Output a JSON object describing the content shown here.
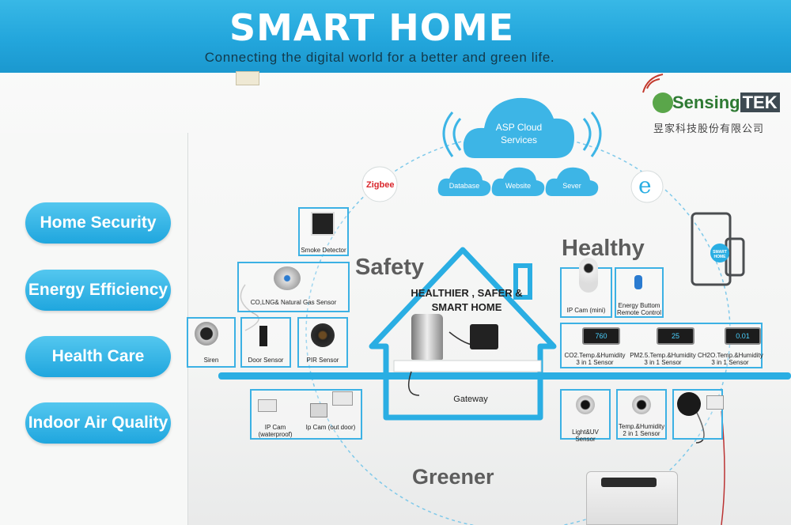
{
  "banner": {
    "title": "SMART HOME",
    "subtitle": "Connecting the digital world for a better and green life."
  },
  "categories": [
    "Home Security",
    "Energy Efficiency",
    "Health Care",
    "Indoor Air Quality"
  ],
  "cloud": {
    "main": "ASP Cloud Services",
    "services": [
      "Database",
      "Website",
      "Sever"
    ]
  },
  "logo": {
    "name_a": "Sensing",
    "name_b": "TEK",
    "chinese": "昱家科技股份有限公司"
  },
  "protocols": {
    "zigbee": "Zigbee",
    "e_symbol": "e"
  },
  "themes": {
    "safety": "Safety",
    "healthy": "Healthy",
    "greener": "Greener"
  },
  "house": {
    "title": "HEALTHIER , SAFER & SMART HOME",
    "gateway": "Gateway"
  },
  "phone_badge": "SMART HOME",
  "devices": {
    "smoke": "Smoke Detector",
    "gas": "CO,LNG& Natural Gas Sensor",
    "siren": "Siren",
    "door": "Door Sensor",
    "pir": "PIR Sensor",
    "ipcam_waterproof": "IP Cam (waterproof)",
    "ipcam_outdoor": "Ip Cam (out door)",
    "ipcam_mini": "IP Cam (mini)",
    "energy_button": "Energy Buttom Remote Control",
    "co2": "CO2.Temp.&Humidity 3 in 1 Sensor",
    "pm25": "PM2.5.Temp.&Humidity 3 in 1 Sensor",
    "ch2o": "CH2O.Temp.&Humidity 3 in 1 Sensor",
    "light_uv": "Light&UV Sensor",
    "temp_hum": "Temp.&Humidity 2 in 1 Sensor"
  },
  "displays": {
    "co2": "760",
    "pm25": "25",
    "ch2o": "0.01"
  },
  "colors": {
    "accent": "#23a6dc",
    "line": "#3cb1e4",
    "pill": "#2aaee3"
  }
}
